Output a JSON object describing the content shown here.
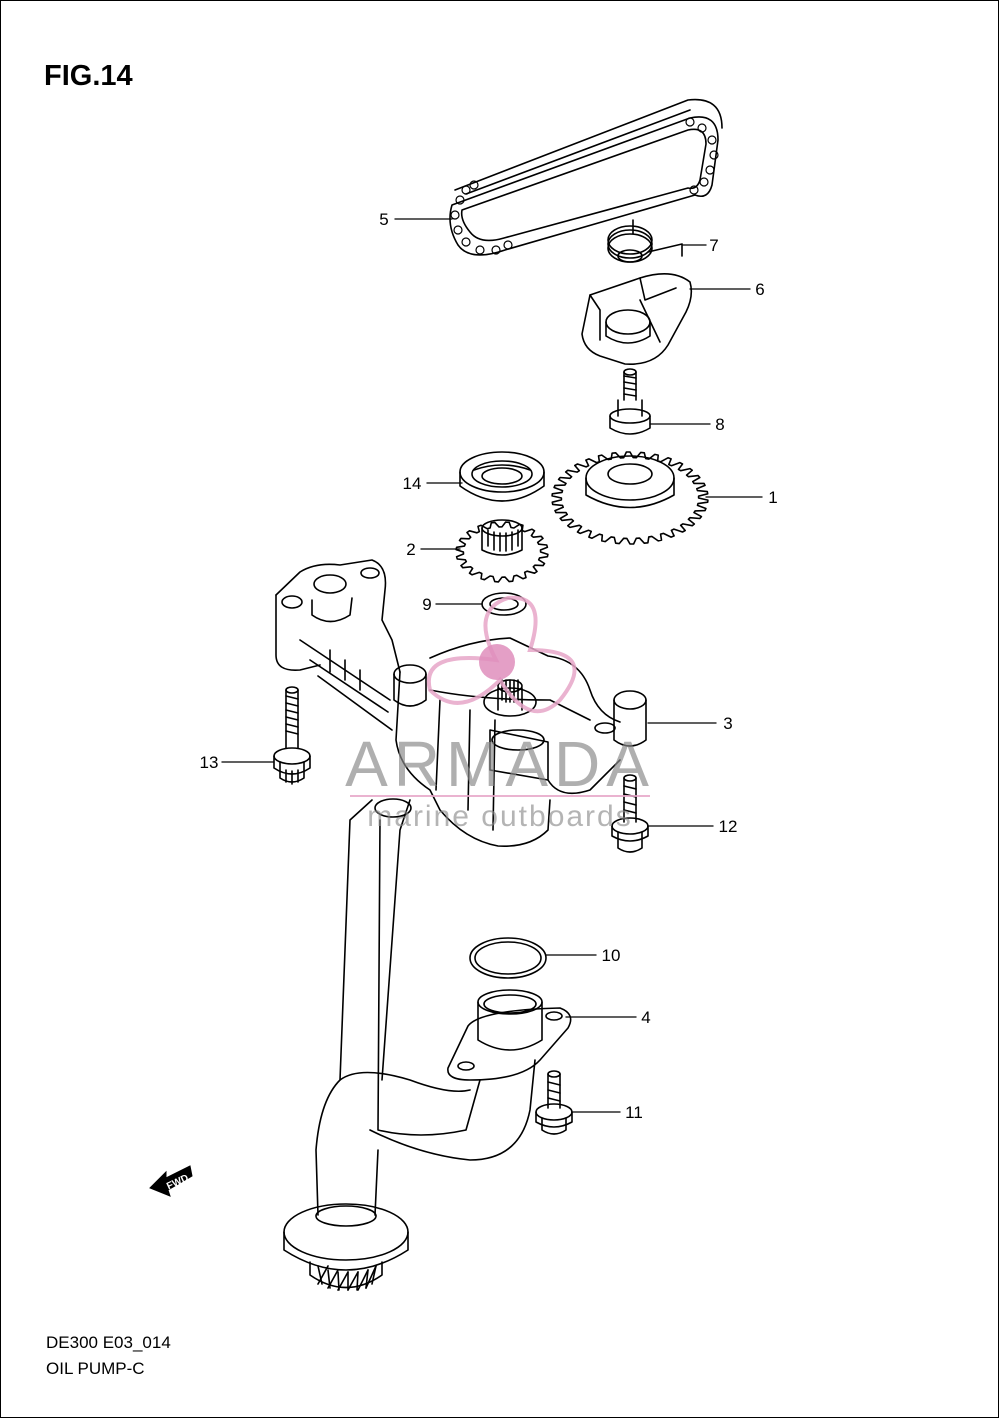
{
  "figure": {
    "title": "FIG.14",
    "code": "DE300 E03_014",
    "name": "OIL PUMP-C"
  },
  "callouts": [
    {
      "id": "callout-1",
      "label": "1"
    },
    {
      "id": "callout-2",
      "label": "2"
    },
    {
      "id": "callout-3",
      "label": "3"
    },
    {
      "id": "callout-4",
      "label": "4"
    },
    {
      "id": "callout-5",
      "label": "5"
    },
    {
      "id": "callout-6",
      "label": "6"
    },
    {
      "id": "callout-7",
      "label": "7"
    },
    {
      "id": "callout-8",
      "label": "8"
    },
    {
      "id": "callout-9",
      "label": "9"
    },
    {
      "id": "callout-10",
      "label": "10"
    },
    {
      "id": "callout-11",
      "label": "11"
    },
    {
      "id": "callout-12",
      "label": "12"
    },
    {
      "id": "callout-13",
      "label": "13"
    },
    {
      "id": "callout-14",
      "label": "14"
    }
  ],
  "fwd_marker": {
    "label": "FWD",
    "icon": "forward-arrow-icon"
  },
  "watermark": {
    "brand": "ARMADA",
    "tagline": "marine outboards",
    "brand_color": "#8a8a8a",
    "accent_color": "#e7a6c8",
    "accent_dark": "#d97ab0"
  },
  "colors": {
    "line": "#000000",
    "background": "#ffffff"
  }
}
